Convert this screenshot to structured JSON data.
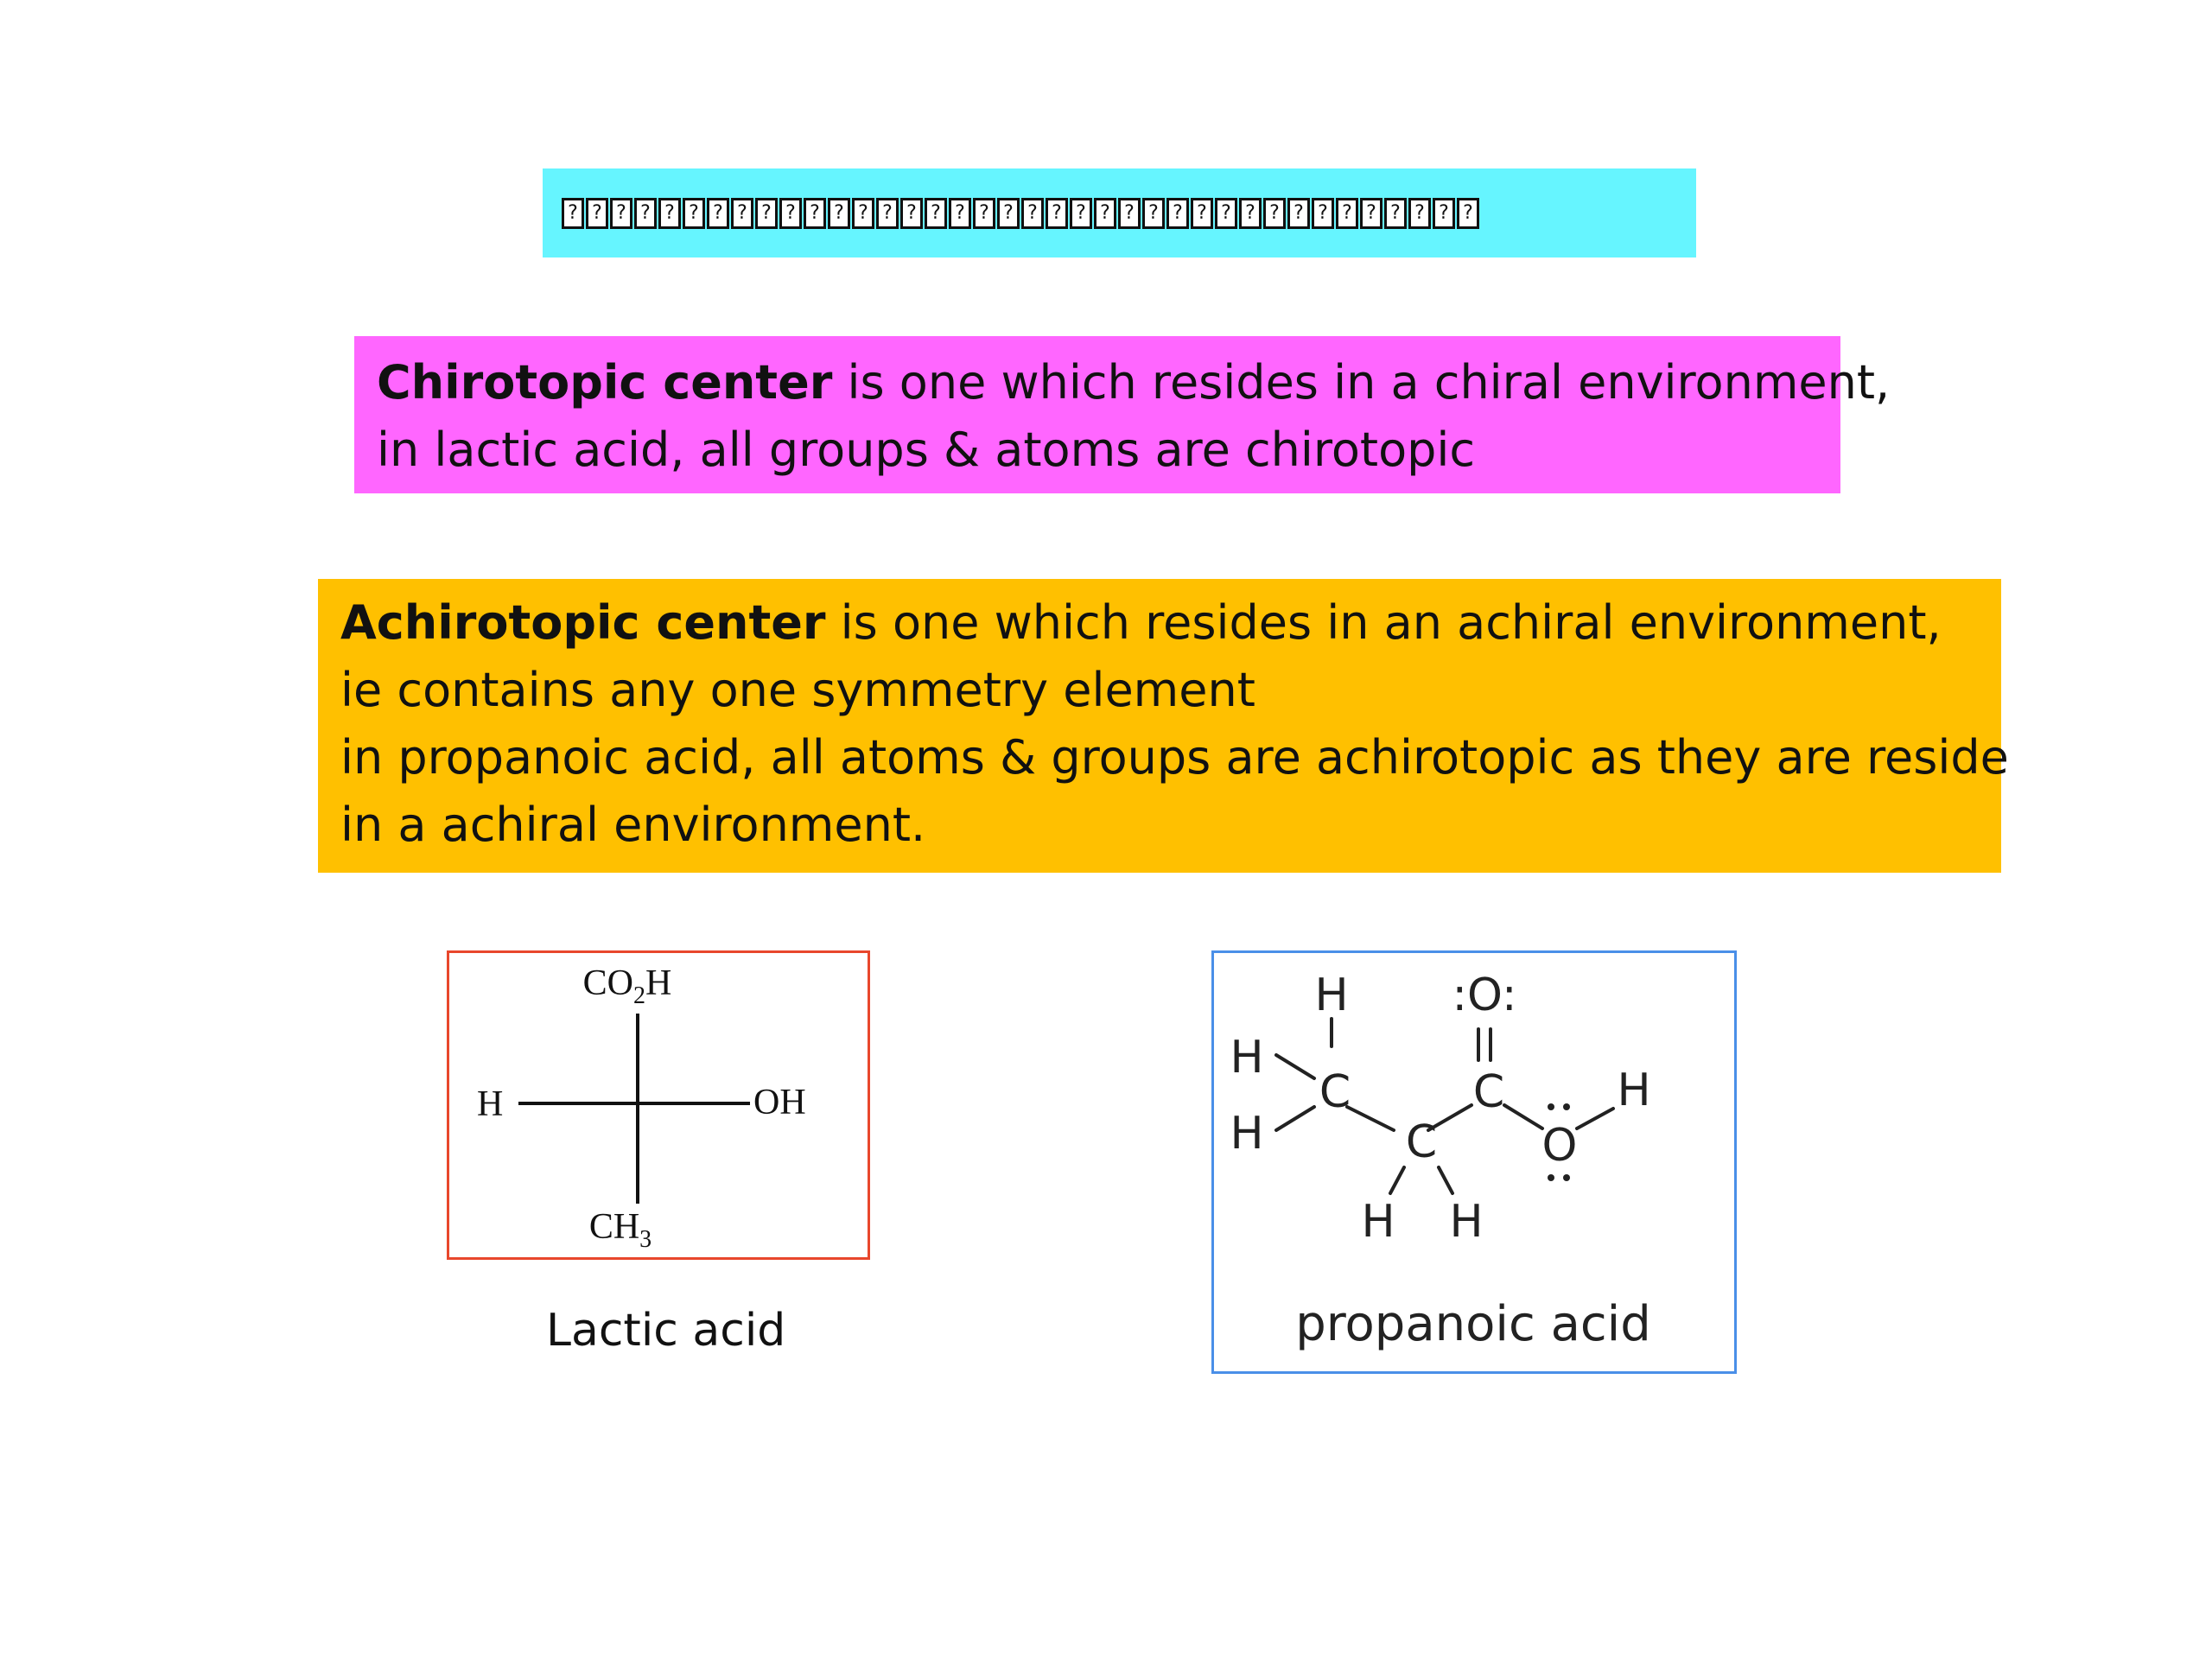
{
  "slide_title": {
    "glyph_count": 38,
    "rendering": "unrendered-placeholder-glyphs"
  },
  "chirotopic": {
    "term": "Chirotopic center",
    "line1_rest": " is one which resides in a chiral environment,",
    "line2": "in lactic acid, all groups & atoms are chirotopic"
  },
  "achirotopic": {
    "term": "Achirotopic center",
    "line1_rest": " is one which resides in an achiral environment,",
    "line2": "ie contains any one symmetry element",
    "line3": "in propanoic acid, all atoms & groups are achirotopic as they are reside",
    "line4": "in a achiral environment."
  },
  "lactic_acid": {
    "top_group": "CO",
    "top_sub": "2",
    "top_tail": "H",
    "left_group": "H",
    "right_group": "OH",
    "bottom_group": "CH",
    "bottom_sub": "3",
    "caption": "Lactic acid"
  },
  "propanoic_acid": {
    "atom_H": "H",
    "atom_C": "C",
    "atom_O": "O",
    "carbonyl_O": ":O:",
    "caption": "propanoic acid"
  },
  "colors": {
    "title_bg": "#66f5ff",
    "chirotopic_bg": "#ff66ff",
    "achirotopic_bg": "#ffc000",
    "lactic_border": "#e8472c",
    "propanoic_border": "#4a8fe8"
  }
}
